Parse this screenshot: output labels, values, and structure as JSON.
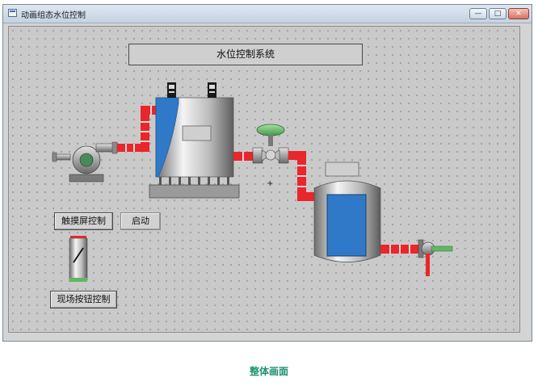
{
  "window": {
    "title": "动画组态水位控制"
  },
  "scada": {
    "system_title": "水位控制系统",
    "buttons": {
      "touch_control": "触摸屏控制",
      "start": "启动",
      "field_button_control": "现场按钮控制"
    }
  },
  "caption": "整体画面",
  "colors": {
    "pipe_red": "#e8262b",
    "water_blue": "#2f79c8",
    "valve_green": "#5fb866",
    "caption_green": "#1f9370"
  },
  "icons": [
    "app-icon",
    "minimize-icon",
    "maximize-icon",
    "close-icon"
  ]
}
